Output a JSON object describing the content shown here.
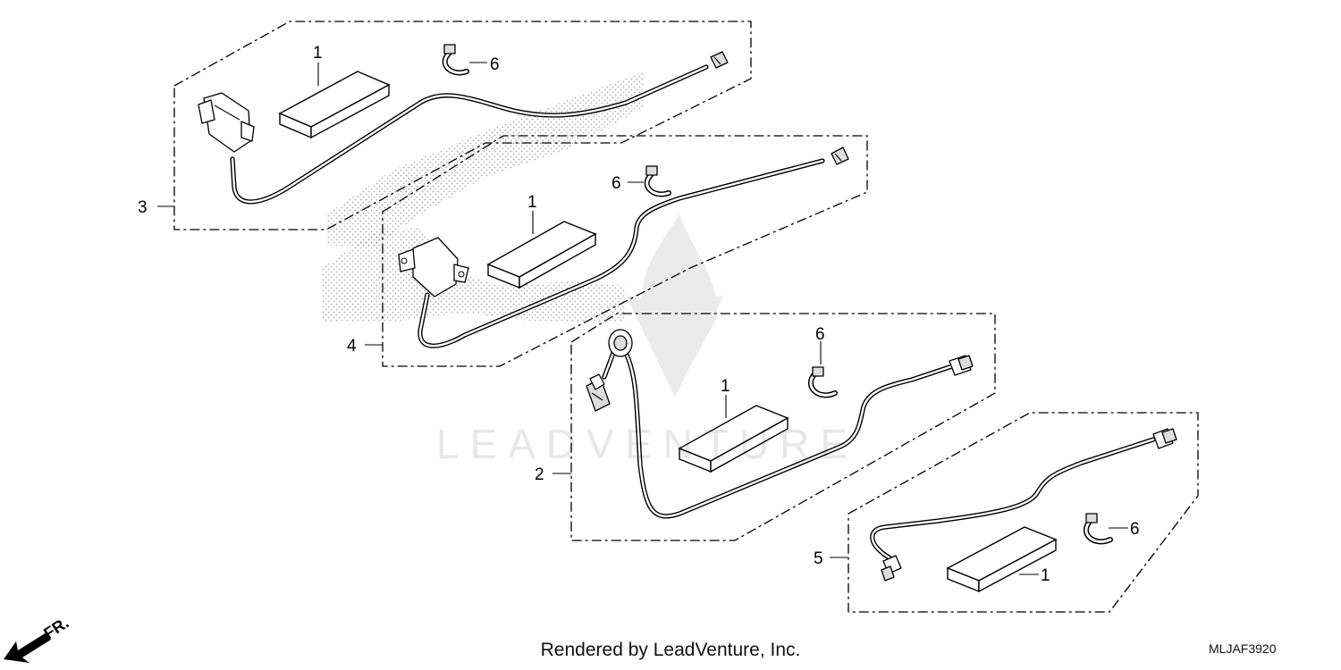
{
  "footer": {
    "rendered_by": "Rendered by LeadVenture, Inc."
  },
  "diagram_code": "MLJAF3920",
  "watermark": "LEADVENTURE",
  "direction_arrow": {
    "label": "FR."
  },
  "callouts": {
    "kit3": "3",
    "kit4": "4",
    "kit2": "2",
    "kit5": "5",
    "pad_a": "1",
    "pad_b": "1",
    "pad_c": "1",
    "pad_d": "1",
    "clip_a": "6",
    "clip_b": "6",
    "clip_c": "6",
    "clip_d": "6"
  },
  "parts": [
    {
      "ref": "1",
      "icon": "adhesive-pad"
    },
    {
      "ref": "2",
      "icon": "wire-harness-with-grommet"
    },
    {
      "ref": "3",
      "icon": "wire-harness-with-module"
    },
    {
      "ref": "4",
      "icon": "wire-harness-with-module"
    },
    {
      "ref": "5",
      "icon": "wire-harness"
    },
    {
      "ref": "6",
      "icon": "cable-clip"
    }
  ]
}
